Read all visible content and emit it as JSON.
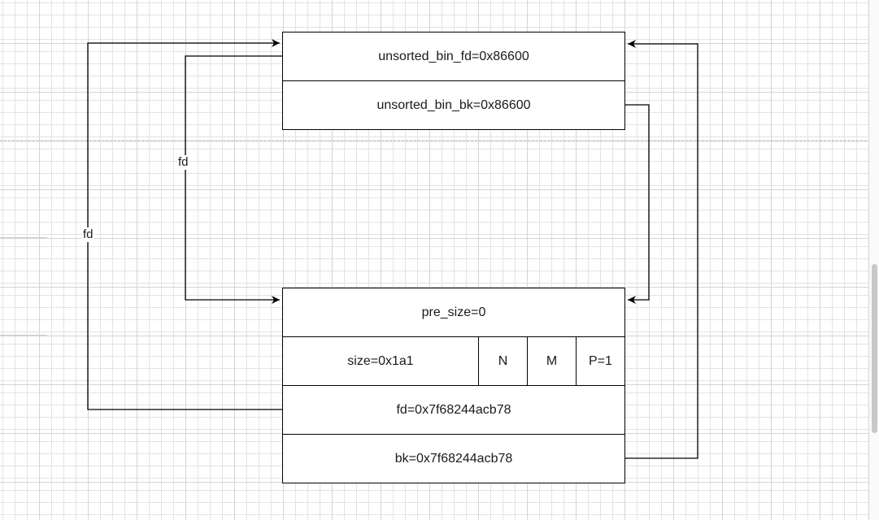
{
  "unsorted_bin": {
    "fd": "unsorted_bin_fd=0x86600",
    "bk": "unsorted_bin_bk=0x86600"
  },
  "chunk": {
    "pre_size": "pre_size=0",
    "size": "size=0x1a1",
    "flag_n": "N",
    "flag_m": "M",
    "flag_p": "P=1",
    "fd": "fd=0x7f68244acb78",
    "bk": "bk=0x7f68244acb78"
  },
  "edge_labels": {
    "inner_fd": "fd",
    "outer_fd": "fd"
  },
  "colors": {
    "line": "#000000",
    "grid": "#e3e3e3",
    "page_break": "#a8a8a8"
  }
}
